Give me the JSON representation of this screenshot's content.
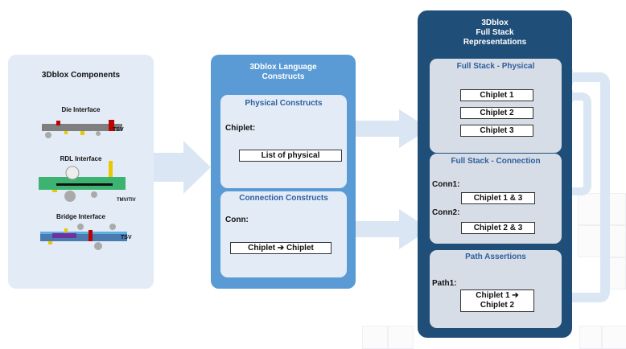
{
  "colors": {
    "arrow": "#dae6f3",
    "components_panel": "#e3ecf6",
    "language_panel": "#5b9bd5",
    "fullstack_panel": "#1f4e79",
    "inner_box": "#e3ecf6",
    "fullstack_box": "#d6dde6",
    "header_blue": "#2f5f9e"
  },
  "components": {
    "title": "3Dblox Components",
    "die_interface": "Die Interface",
    "rdl_interface": "RDL Interface",
    "bridge_interface": "Bridge Interface",
    "tsv_label": "TSV",
    "tmv_label": "TMV/TIV"
  },
  "language": {
    "title": "3Dblox Language Constructs",
    "physical": {
      "header": "Physical Constructs",
      "label": "Chiplet:",
      "box": "List of physical"
    },
    "connection": {
      "header": "Connection Constructs",
      "label": "Conn:",
      "box": "Chiplet ➔ Chiplet"
    }
  },
  "fullstack": {
    "title_line1": "3Dblox",
    "title_line2": "Full Stack",
    "title_line3": "Representations",
    "physical": {
      "header": "Full Stack - Physical",
      "chiplets": [
        "Chiplet 1",
        "Chiplet 2",
        "Chiplet 3"
      ]
    },
    "connection": {
      "header": "Full Stack - Connection",
      "conn1_label": "Conn1:",
      "conn1_box": "Chiplet 1 & 3",
      "conn2_label": "Conn2:",
      "conn2_box": "Chiplet 2 & 3"
    },
    "path": {
      "header": "Path Assertions",
      "label": "Path1:",
      "box_line1": "Chiplet 1 ➔",
      "box_line2": "Chiplet 2"
    }
  }
}
